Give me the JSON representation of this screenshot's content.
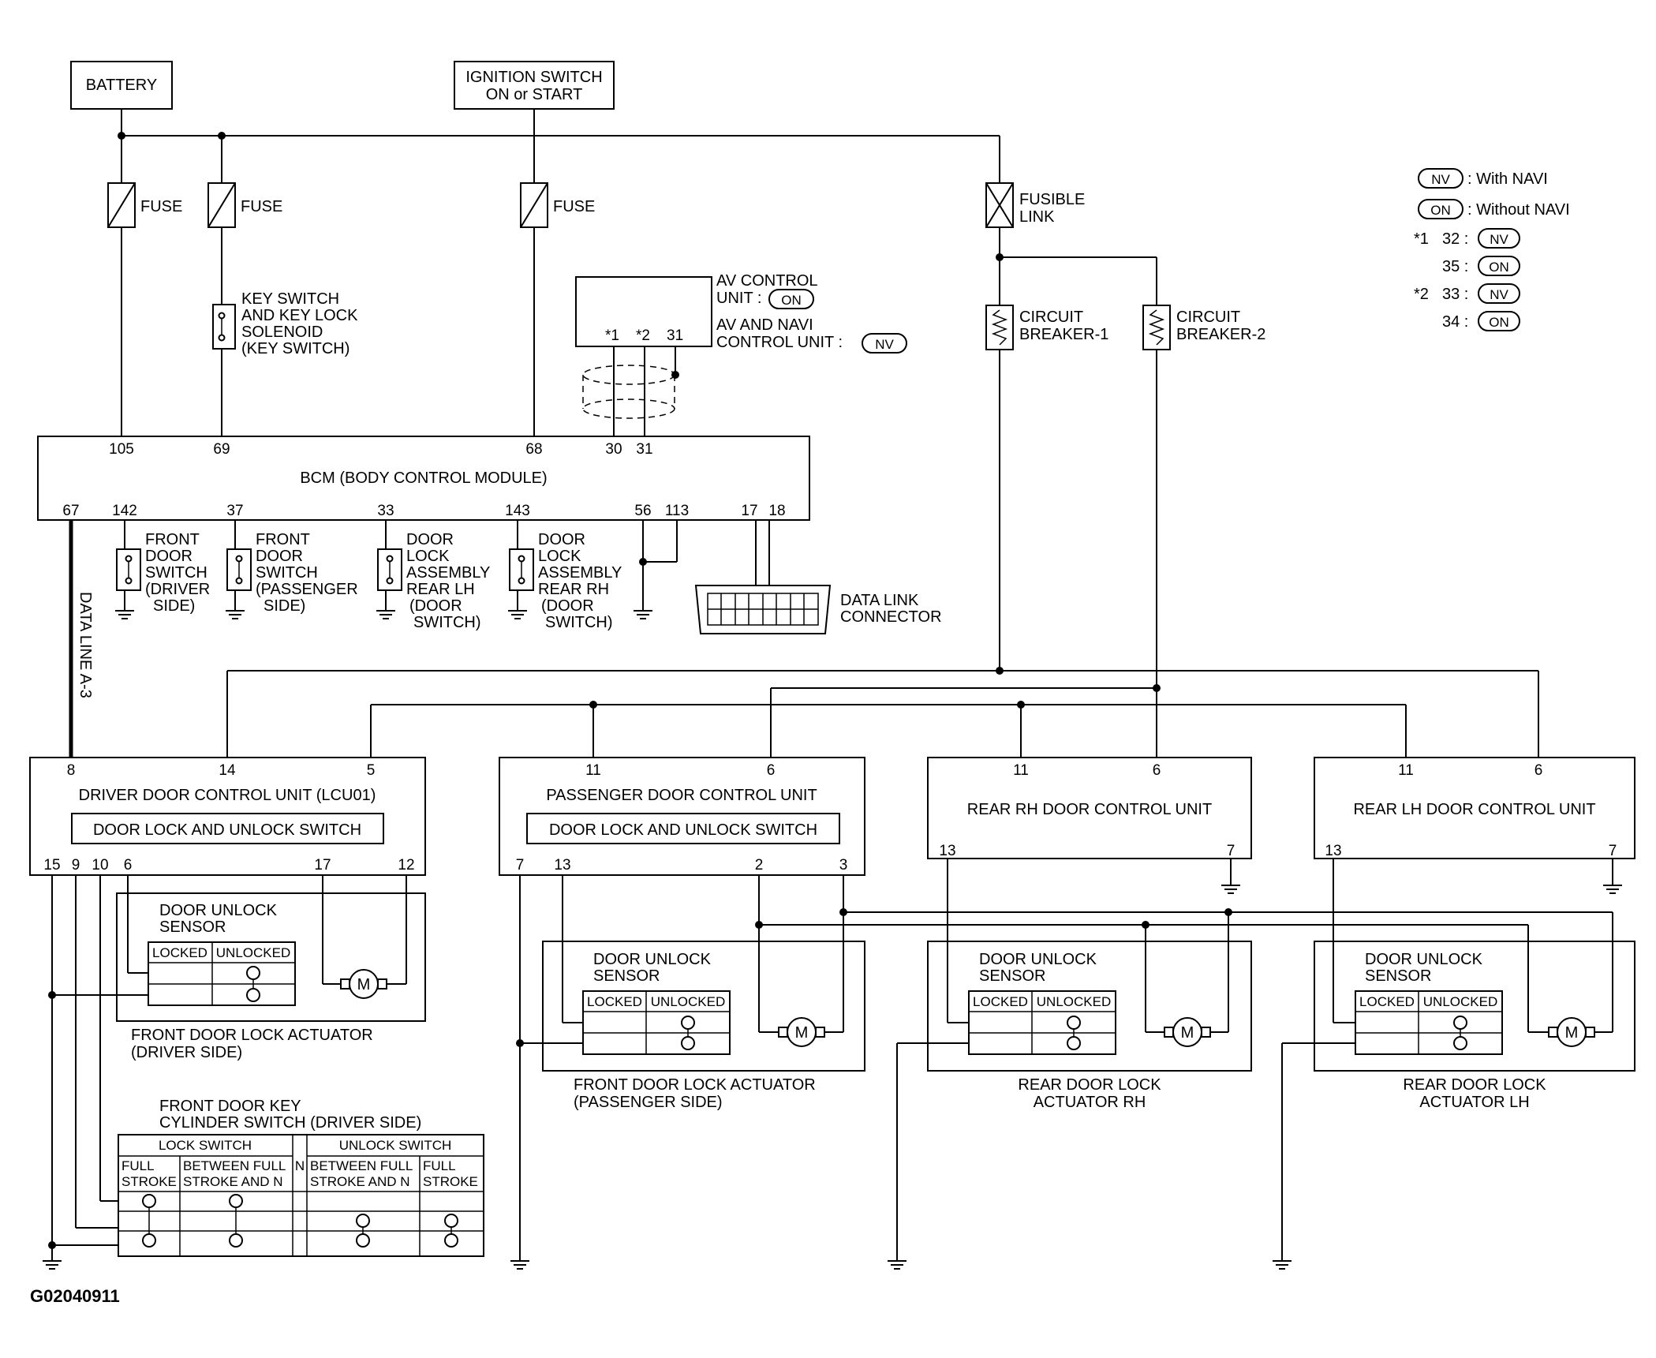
{
  "components": {
    "battery": "BATTERY",
    "ignition": [
      "IGNITION SWITCH",
      "ON or START"
    ],
    "fuse": "FUSE",
    "fusible_link": [
      "FUSIBLE",
      "LINK"
    ],
    "key_switch": [
      "KEY SWITCH",
      "AND KEY LOCK",
      "SOLENOID",
      "(KEY SWITCH)"
    ],
    "av_control": [
      "AV CONTROL",
      "UNIT :",
      "AV AND NAVI",
      "CONTROL UNIT :"
    ],
    "circuit_breaker_1": [
      "CIRCUIT",
      "BREAKER-1"
    ],
    "circuit_breaker_2": [
      "CIRCUIT",
      "BREAKER-2"
    ],
    "bcm": "BCM (BODY CONTROL MODULE)",
    "data_line": "DATA LINE A-3",
    "front_door_switch_driver": [
      "FRONT",
      "DOOR",
      "SWITCH",
      "(DRIVER",
      "SIDE)"
    ],
    "front_door_switch_passenger": [
      "FRONT",
      "DOOR",
      "SWITCH",
      "(PASSENGER",
      "SIDE)"
    ],
    "door_lock_rear_lh": [
      "DOOR",
      "LOCK",
      "ASSEMBLY",
      "REAR LH",
      "(DOOR",
      "SWITCH)"
    ],
    "door_lock_rear_rh": [
      "DOOR",
      "LOCK",
      "ASSEMBLY",
      "REAR RH",
      "(DOOR",
      "SWITCH)"
    ],
    "data_link_connector": [
      "DATA LINK",
      "CONNECTOR"
    ],
    "driver_door_unit": "DRIVER DOOR CONTROL UNIT (LCU01)",
    "passenger_door_unit": "PASSENGER DOOR CONTROL UNIT",
    "rear_rh_door_unit": "REAR RH DOOR CONTROL UNIT",
    "rear_lh_door_unit": "REAR LH DOOR CONTROL UNIT",
    "door_lock_unlock_switch": "DOOR LOCK AND UNLOCK SWITCH",
    "door_unlock_sensor": [
      "DOOR UNLOCK",
      "SENSOR"
    ],
    "locked": "LOCKED",
    "unlocked": "UNLOCKED",
    "motor": "M",
    "front_actuator_driver": [
      "FRONT DOOR LOCK ACTUATOR",
      "(DRIVER SIDE)"
    ],
    "front_actuator_passenger": [
      "FRONT DOOR LOCK ACTUATOR",
      "(PASSENGER SIDE)"
    ],
    "rear_actuator_rh": [
      "REAR DOOR LOCK",
      "ACTUATOR RH"
    ],
    "rear_actuator_lh": [
      "REAR DOOR LOCK",
      "ACTUATOR LH"
    ],
    "key_cylinder": [
      "FRONT DOOR KEY",
      "CYLINDER SWITCH (DRIVER SIDE)"
    ],
    "lock_switch": "LOCK SWITCH",
    "unlock_switch": "UNLOCK SWITCH",
    "full_stroke": [
      "FULL",
      "STROKE"
    ],
    "between_full": [
      "BETWEEN FULL",
      "STROKE AND N"
    ],
    "n": "N"
  },
  "pins": {
    "bcm_top": [
      "105",
      "69",
      "68",
      "30",
      "31"
    ],
    "bcm_bottom": [
      "67",
      "142",
      "37",
      "33",
      "143",
      "56",
      "113",
      "17",
      "18"
    ],
    "av": [
      "*1",
      "*2",
      "31"
    ],
    "driver_top": [
      "8",
      "14",
      "5"
    ],
    "driver_bottom": [
      "15",
      "9",
      "10",
      "6",
      "17",
      "12"
    ],
    "passenger_top": [
      "11",
      "6"
    ],
    "passenger_bottom": [
      "7",
      "13",
      "2",
      "3"
    ],
    "rear_top": [
      "11",
      "6"
    ],
    "rear_bottom": [
      "13",
      "7"
    ]
  },
  "legend": {
    "nv_tag": "NV",
    "on_tag": "ON",
    "with_navi": ": With NAVI",
    "without_navi": ": Without NAVI",
    "star1": "*1",
    "star2": "*2",
    "p32": "32 :",
    "p35": "35 :",
    "p33": "33 :",
    "p34": "34 :"
  },
  "figure_id": "G02040911"
}
